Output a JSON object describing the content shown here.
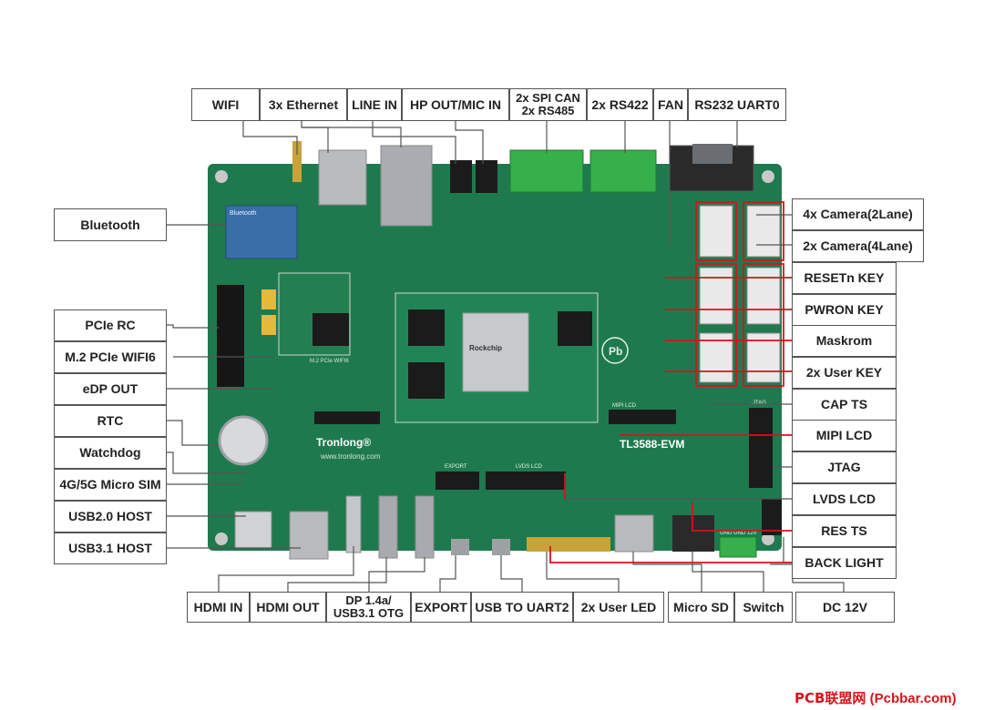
{
  "top_labels": [
    {
      "id": "wifi",
      "text": "WIFI"
    },
    {
      "id": "ethernet",
      "text": "3x Ethernet"
    },
    {
      "id": "linein",
      "text": "LINE IN"
    },
    {
      "id": "hpout",
      "text": "HP OUT/MIC IN"
    },
    {
      "id": "spican",
      "line1": "2x SPI CAN",
      "line2": "2x RS485"
    },
    {
      "id": "rs422",
      "text": "2x RS422"
    },
    {
      "id": "fan",
      "text": "FAN"
    },
    {
      "id": "rs232",
      "text": "RS232 UART0"
    }
  ],
  "left_labels": [
    {
      "id": "bluetooth",
      "text": "Bluetooth"
    },
    {
      "id": "pcierc",
      "text": "PCIe RC"
    },
    {
      "id": "m2",
      "text": "M.2 PCIe WIFI6"
    },
    {
      "id": "edp",
      "text": "eDP OUT"
    },
    {
      "id": "rtc",
      "text": "RTC"
    },
    {
      "id": "watchdog",
      "text": "Watchdog"
    },
    {
      "id": "sim",
      "text": "4G/5G Micro SIM"
    },
    {
      "id": "usb2",
      "text": "USB2.0 HOST"
    },
    {
      "id": "usb3",
      "text": "USB3.1 HOST"
    }
  ],
  "right_labels": [
    {
      "id": "cam2",
      "text": "4x Camera(2Lane)"
    },
    {
      "id": "cam4",
      "text": "2x Camera(4Lane)"
    },
    {
      "id": "reset",
      "text": "RESETn KEY"
    },
    {
      "id": "pwron",
      "text": "PWRON KEY"
    },
    {
      "id": "maskrom",
      "text": "Maskrom"
    },
    {
      "id": "userkey",
      "text": "2x User KEY"
    },
    {
      "id": "capts",
      "text": "CAP TS"
    },
    {
      "id": "mipilcd",
      "text": "MIPI LCD"
    },
    {
      "id": "jtag",
      "text": "JTAG"
    },
    {
      "id": "lvds",
      "text": "LVDS LCD"
    },
    {
      "id": "rests",
      "text": "RES TS"
    },
    {
      "id": "backlight",
      "text": "BACK LIGHT"
    }
  ],
  "bottom_labels": [
    {
      "id": "hdmiin",
      "text": "HDMI IN"
    },
    {
      "id": "hdmiout",
      "text": "HDMI OUT"
    },
    {
      "id": "dp",
      "line1": "DP 1.4a/",
      "line2": "USB3.1 OTG"
    },
    {
      "id": "export",
      "text": "EXPORT"
    },
    {
      "id": "uart2",
      "text": "USB TO UART2"
    },
    {
      "id": "userled",
      "text": "2x User LED"
    },
    {
      "id": "microsd",
      "text": "Micro SD"
    },
    {
      "id": "switch",
      "text": "Switch"
    },
    {
      "id": "dc12v",
      "text": "DC 12V"
    }
  ],
  "board": {
    "brand_text": "Tronlong®",
    "brand_url": "www.tronlong.com",
    "model_text": "TL3588-EVM",
    "chip_text": "Rockchip",
    "bluetooth_silk": "Bluetooth",
    "m2_silk": "M.2 PCIe WIFI6",
    "jtag_silk": "JTAG",
    "lvds_silk": "LVDS LCD",
    "mipi_silk": "MIPI LCD",
    "export_silk": "EXPORT",
    "dc_silk": "GND GND 12V",
    "pb_logo": "Pb"
  },
  "colors": {
    "board": "#1e7a4e",
    "leader_gray": "#555555",
    "leader_red": "#d8121c",
    "watermark": "#d8121c"
  },
  "watermark": {
    "cjk": "PCB联盟网",
    "latin": " (Pcbbar.com)"
  }
}
